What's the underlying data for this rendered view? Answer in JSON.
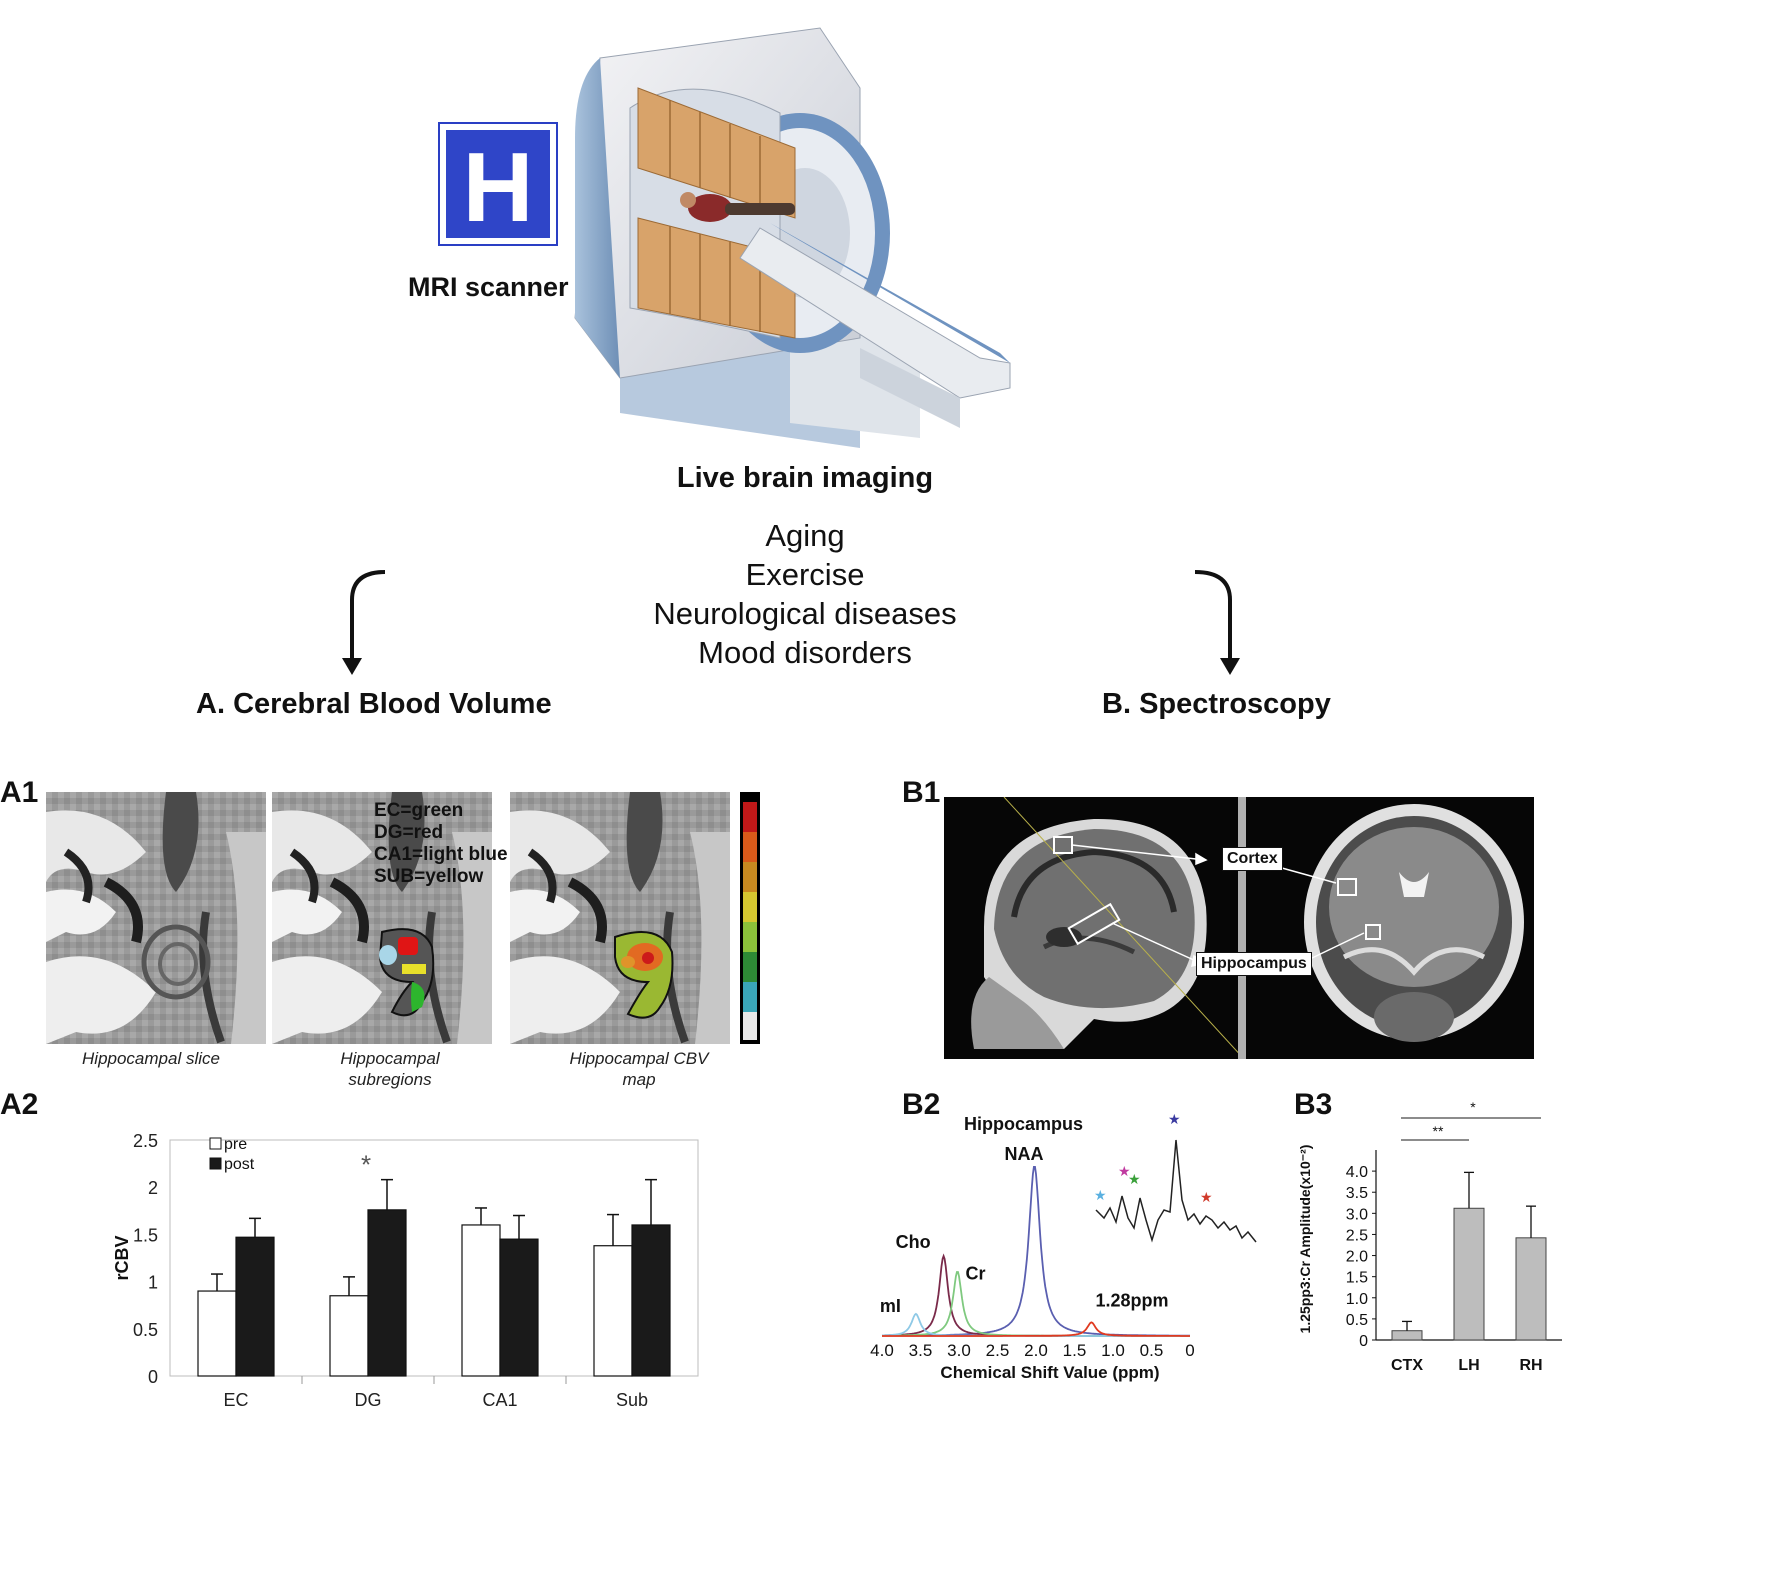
{
  "top": {
    "hospital_letter": "H",
    "scanner_label": "MRI scanner",
    "live_imaging": "Live brain imaging",
    "topics": [
      "Aging",
      "Exercise",
      "Neurological diseases",
      "Mood disorders"
    ]
  },
  "sections": {
    "a_letter": "A.",
    "a_title": "Cerebral Blood Volume",
    "b_letter": "B.",
    "b_title": "Spectroscopy"
  },
  "a1": {
    "label": "A1",
    "legend_lines": [
      "EC=green",
      "DG=red",
      "CA1=light blue",
      "SUB=yellow"
    ],
    "captions": [
      "Hippocampal slice",
      "Hippocampal subregions",
      "Hippocampal CBV map"
    ],
    "colors": {
      "EC": "#2db52d",
      "DG": "#e01515",
      "CA1": "#a9d6e8",
      "SUB": "#e8e02a"
    }
  },
  "a2": {
    "label": "A2",
    "significance": "*",
    "chart_data": {
      "type": "bar",
      "categories": [
        "EC",
        "DG",
        "CA1",
        "Sub"
      ],
      "series": [
        {
          "name": "pre",
          "values": [
            0.9,
            0.85,
            1.6,
            1.38
          ],
          "errors": [
            0.18,
            0.2,
            0.18,
            0.33
          ],
          "color": "#ffffff"
        },
        {
          "name": "post",
          "values": [
            1.47,
            1.76,
            1.45,
            1.6
          ],
          "errors": [
            0.2,
            0.32,
            0.25,
            0.48
          ],
          "color": "#1a1a1a"
        }
      ],
      "ylabel": "rCBV",
      "ylim": [
        0,
        2.5
      ],
      "yticks": [
        "0",
        "0.5",
        "1",
        "1.5",
        "2",
        "2.5"
      ],
      "legend": "top-left"
    }
  },
  "b1": {
    "label": "B1",
    "cortex_label": "Cortex",
    "hippocampus_label": "Hippocampus"
  },
  "b2": {
    "label": "B2",
    "title": "Hippocampus",
    "peaks": [
      "NAA",
      "Cho",
      "Cr",
      "mI",
      "1.28ppm"
    ],
    "chart_data": {
      "type": "line",
      "xlabel": "Chemical Shift Value (ppm)",
      "xticks": [
        "4.0",
        "3.5",
        "3.0",
        "2.5",
        "2.0",
        "1.5",
        "1.0",
        "0.5",
        "0"
      ],
      "xlim": [
        4.0,
        0
      ],
      "series": [
        {
          "peak": "NAA",
          "center": 2.02,
          "height": 1.0,
          "color": "#5a5fb0"
        },
        {
          "peak": "Cho",
          "center": 3.2,
          "height": 0.47,
          "color": "#7a2a4a"
        },
        {
          "peak": "Cr",
          "center": 3.02,
          "height": 0.38,
          "color": "#7fc97f"
        },
        {
          "peak": "mI",
          "center": 3.56,
          "height": 0.13,
          "color": "#8ec9e6"
        },
        {
          "peak": "1.28ppm",
          "center": 1.28,
          "height": 0.08,
          "color": "#e03a20"
        }
      ]
    }
  },
  "b3": {
    "label": "B3",
    "sig_single": "*",
    "sig_double": "**",
    "chart_data": {
      "type": "bar",
      "categories": [
        "CTX",
        "LH",
        "RH"
      ],
      "values": [
        0.22,
        3.12,
        2.42
      ],
      "errors": [
        0.22,
        0.85,
        0.75
      ],
      "ylabel": "1.25pp3:Cr Amplitude(x10⁻²)",
      "ylim": [
        0,
        4.5
      ],
      "yticks": [
        "0",
        "0.5",
        "1.0",
        "1.5",
        "2.0",
        "2.5",
        "3.0",
        "3.5",
        "4.0"
      ],
      "color": "#bdbdbd"
    }
  }
}
